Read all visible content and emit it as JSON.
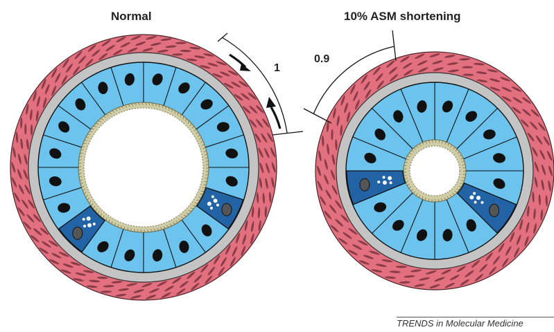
{
  "panels": {
    "normal": {
      "title": "Normal",
      "ratio_label": "1"
    },
    "shortened": {
      "title": "10% ASM shortening",
      "ratio_label": "0.9"
    }
  },
  "footer": {
    "journal": "TRENDS in Molecular Medicine"
  },
  "colors": {
    "smooth_muscle": "#e2707e",
    "muscle_cell_dark": "#6b2a35",
    "basement_membrane": "#c4c4c4",
    "epithelial_cell": "#6cc4ee",
    "goblet_cell": "#2263a6",
    "nucleus": "#111111",
    "mucus_lining": "#cfcca6",
    "lumen": "#ffffff"
  },
  "icons": [
    "clockwise-arrow-icon",
    "counterclockwise-arrow-icon"
  ]
}
